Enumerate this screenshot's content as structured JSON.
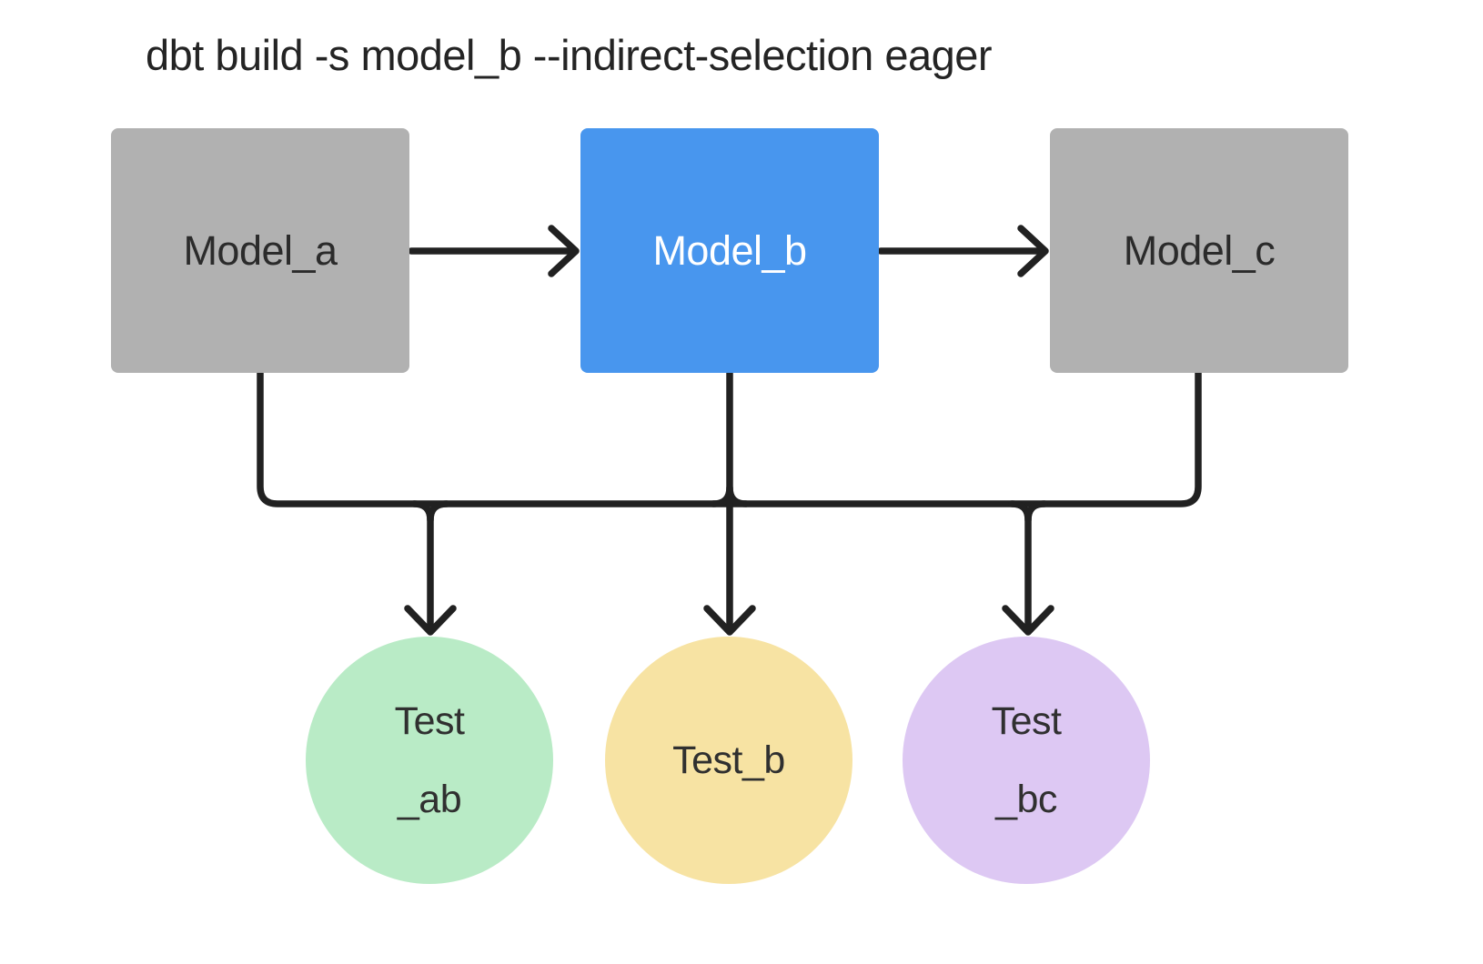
{
  "title": "dbt build -s model_b --indirect-selection eager",
  "colors": {
    "canvas-bg": "#ffffff",
    "node-gray": "#b1b1b1",
    "node-blue": "#4896ee",
    "test-green": "#b9ebc6",
    "test-yellow": "#f7e3a3",
    "test-purple": "#ddc8f3",
    "line": "#212121",
    "text-dark": "#2b2b2b",
    "text-light": "#ffffff"
  },
  "models": [
    {
      "id": "model_a",
      "label": "Model_a",
      "color": "#b1b1b1",
      "selected": false
    },
    {
      "id": "model_b",
      "label": "Model_b",
      "color": "#4896ee",
      "selected": true
    },
    {
      "id": "model_c",
      "label": "Model_c",
      "color": "#b1b1b1",
      "selected": false
    }
  ],
  "tests": [
    {
      "id": "test_ab",
      "lines": [
        "Test",
        "_ab"
      ],
      "color": "#b9ebc6"
    },
    {
      "id": "test_b",
      "lines": [
        "Test_b"
      ],
      "color": "#f7e3a3"
    },
    {
      "id": "test_bc",
      "lines": [
        "Test",
        "_bc"
      ],
      "color": "#ddc8f3"
    }
  ]
}
